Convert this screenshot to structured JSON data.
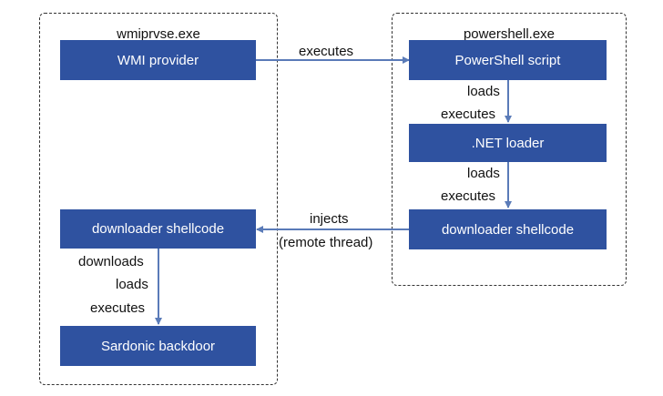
{
  "processes": {
    "left": {
      "title": "wmiprvse.exe"
    },
    "right": {
      "title": "powershell.exe"
    }
  },
  "nodes": {
    "wmi_provider": "WMI provider",
    "powershell_script": "PowerShell script",
    "net_loader": ".NET loader",
    "downloader_right": "downloader shellcode",
    "downloader_left": "downloader shellcode",
    "sardonic": "Sardonic backdoor"
  },
  "edges": {
    "wmi_to_ps": "executes",
    "ps_to_net": {
      "line1": "loads",
      "line2": "executes"
    },
    "net_to_dl": {
      "line1": "loads",
      "line2": "executes"
    },
    "inject": {
      "line1": "injects",
      "line2": "(remote thread)"
    },
    "dl_to_sardonic": {
      "line1": "downloads",
      "line2": "loads",
      "line3": "executes"
    }
  },
  "colors": {
    "node_fill": "#2f52a0",
    "arrow": "#5a7bb8",
    "border": "#333333"
  }
}
